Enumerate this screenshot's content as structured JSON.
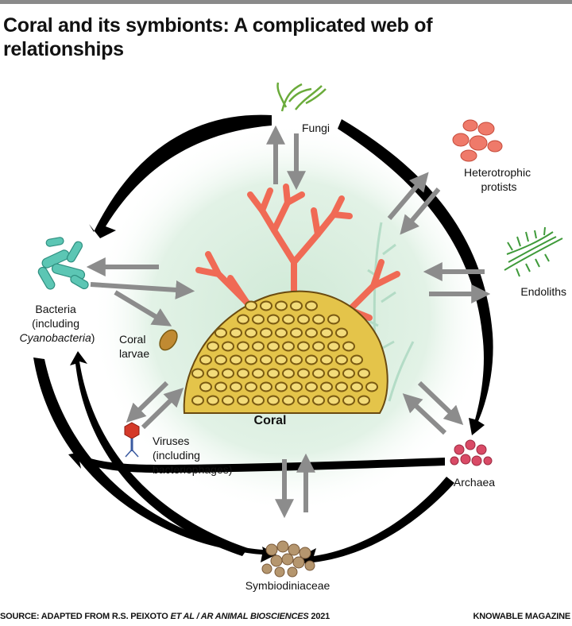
{
  "title": {
    "line1": "Coral and its symbionts: A complicated web of",
    "line2": "relationships"
  },
  "nodes": {
    "fungi": "Fungi",
    "heterotrophic_protists": [
      "Heterotrophic",
      "protists"
    ],
    "endoliths": "Endoliths",
    "bacteria": [
      "Bacteria",
      "(including",
      "Cyanobacteria",
      ")"
    ],
    "coral_larvae": [
      "Coral",
      "larvae"
    ],
    "coral": "Coral",
    "viruses": [
      "Viruses",
      "(including",
      "bacteriophages)"
    ],
    "archaea": "Archaea",
    "symbiodiniaceae": "Symbiodiniaceae"
  },
  "footer": {
    "source_prefix": "SOURCE: ADAPTED FROM R.S. PEIXOTO ",
    "source_italic": "ET AL / AR ANIMAL BIOSCIENCES",
    "source_year": " 2021",
    "publisher": "KNOWABLE MAGAZINE"
  },
  "colors": {
    "background_glow": "#dcefe2",
    "arrow_gray": "#8c8c8c",
    "coral_branch": "#f06a55",
    "coral_mound": "#e4c44a",
    "coral_polyp": "#7a5a12",
    "bacteria": "#5cc6b4",
    "fungi": "#7fbf4a",
    "protists": "#ef7a6a",
    "endoliths": "#3f9a3a",
    "archaea": "#d94a66",
    "symbiodiniaceae": "#b5966e",
    "virus": "#d43a2a"
  }
}
